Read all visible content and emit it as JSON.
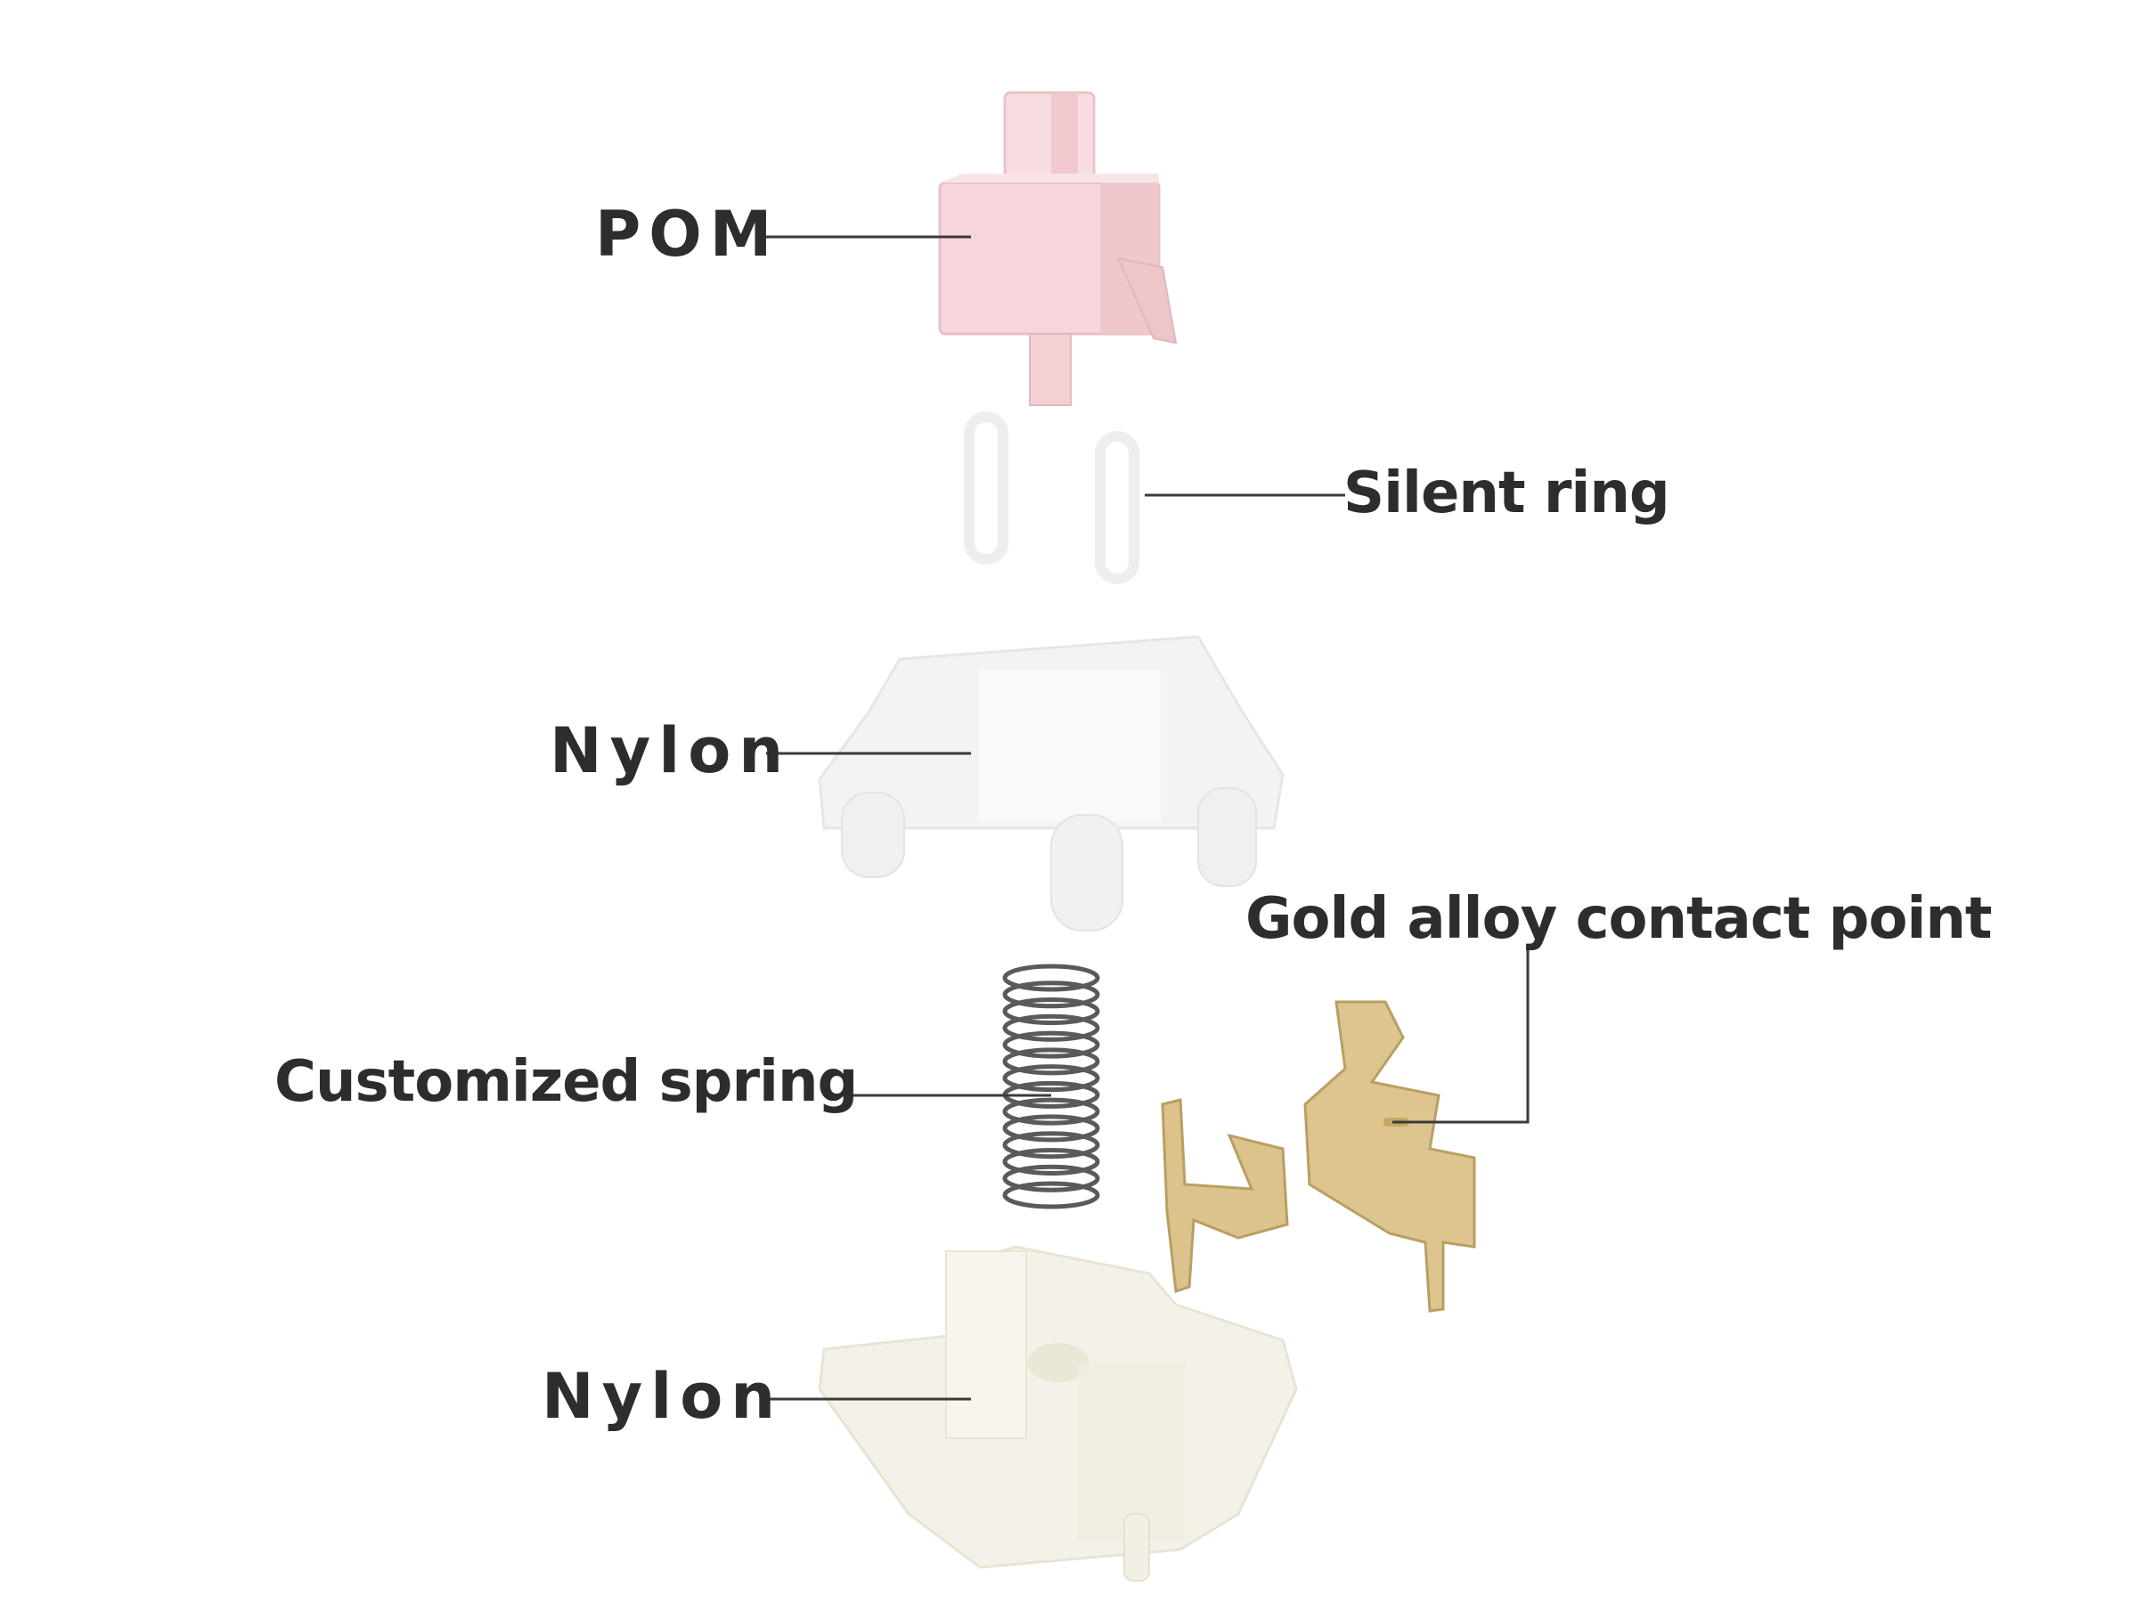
{
  "labels": {
    "stem": "POM",
    "silent_ring": "Silent ring",
    "top_housing": "Nylon",
    "contact": "Gold alloy contact point",
    "spring": "Customized spring",
    "bottom_housing": "Nylon"
  },
  "colors": {
    "text": "#2d2d2d",
    "leader_line": "#3a3a3a",
    "stem_pink": "#f6d7da",
    "nylon_top": "#f2f2f2",
    "nylon_bottom": "#f3f1e6",
    "spring": "#5a5a5a",
    "gold": "#d9c089"
  }
}
